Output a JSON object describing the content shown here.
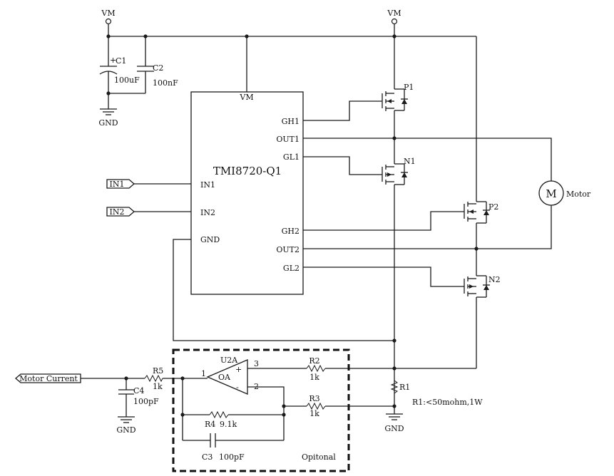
{
  "power": {
    "vm_left": "VM",
    "vm_right": "VM",
    "gnd": "GND"
  },
  "caps": {
    "c1_ref": "C1",
    "c1_val": "100uF",
    "c1_polarity": "+",
    "c2_ref": "C2",
    "c2_val": "100nF",
    "c3_ref": "C3",
    "c3_val": "100pF",
    "c4_ref": "C4",
    "c4_val": "100pF"
  },
  "chip": {
    "name": "TMI8720-Q1",
    "pin_vm": "VM",
    "pin_gh1": "GH1",
    "pin_out1": "OUT1",
    "pin_gl1": "GL1",
    "pin_in1": "IN1",
    "pin_in2": "IN2",
    "pin_gnd": "GND",
    "pin_gh2": "GH2",
    "pin_out2": "OUT2",
    "pin_gl2": "GL2"
  },
  "inputs": {
    "in1": "IN1",
    "in2": "IN2"
  },
  "fets": {
    "p1": "P1",
    "n1": "N1",
    "p2": "P2",
    "n2": "N2"
  },
  "motor": {
    "symbol": "M",
    "label": "Motor"
  },
  "opamp": {
    "ref": "U2A",
    "body": "OA",
    "pin1": "1",
    "pin2": "2",
    "pin3": "3",
    "plus": "+",
    "minus": "-"
  },
  "resistors": {
    "r1_ref": "R1",
    "r1_note": "R1:<50mohm,1W",
    "r2_ref": "R2",
    "r2_val": "1k",
    "r3_ref": "R3",
    "r3_val": "1k",
    "r4_ref": "R4",
    "r4_val": "9.1k",
    "r5_ref": "R5",
    "r5_val": "1k"
  },
  "output": {
    "label": "Motor Current"
  },
  "optional_label": "Opitonal"
}
